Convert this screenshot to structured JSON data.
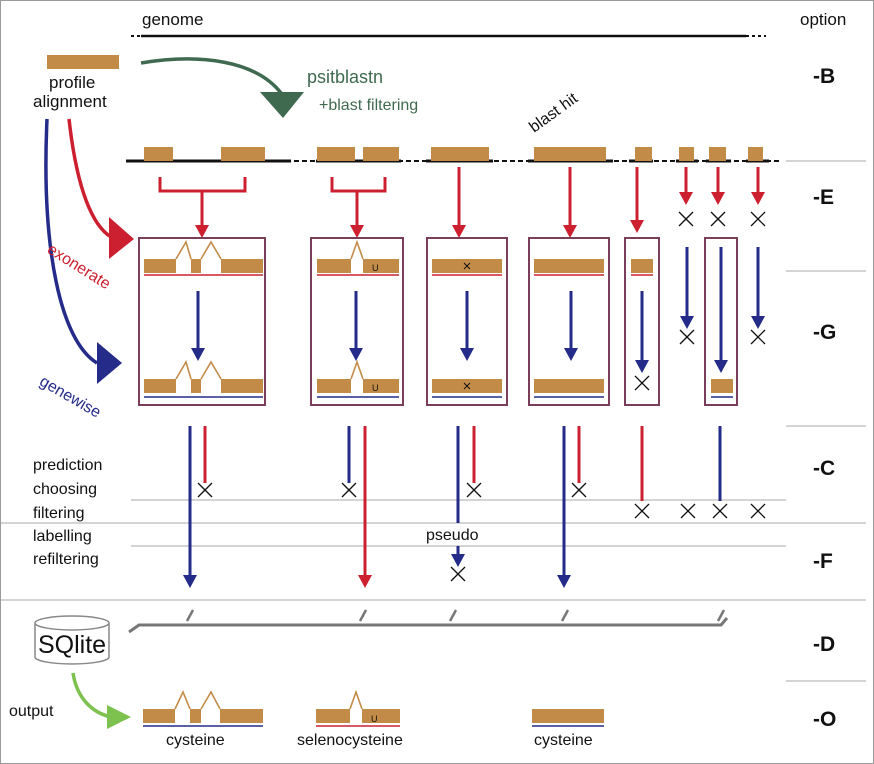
{
  "header": {
    "genome": "genome",
    "option": "option"
  },
  "inputs": {
    "profile_line1": "profile",
    "profile_line2": "alignment"
  },
  "tools": {
    "psitblastn": "psitblastn",
    "blast_filtering": "+blast filtering",
    "exonerate": "exonerate",
    "genewise": "genewise",
    "blast_hit": "blast hit"
  },
  "stages": {
    "prediction": "prediction",
    "choosing": "choosing",
    "filtering": "filtering",
    "labelling": "labelling",
    "refiltering": "refiltering"
  },
  "options": [
    "-B",
    "-E",
    "-G",
    "-C",
    "-F",
    "-D",
    "-O"
  ],
  "markers": {
    "selenocysteine_residue": "U",
    "pseudo": "pseudo"
  },
  "storage": {
    "database": "SQlite",
    "output": "output"
  },
  "results": [
    "cysteine",
    "selenocysteine",
    "cysteine"
  ],
  "colors": {
    "exon": "#c28c48",
    "exonerate": "#cc2030",
    "genewise": "#252b88",
    "psitblastn": "#3f6a50",
    "output_arrow": "#7dc24f",
    "box": "#7a3e5a",
    "rule": "#aaaaaa"
  }
}
